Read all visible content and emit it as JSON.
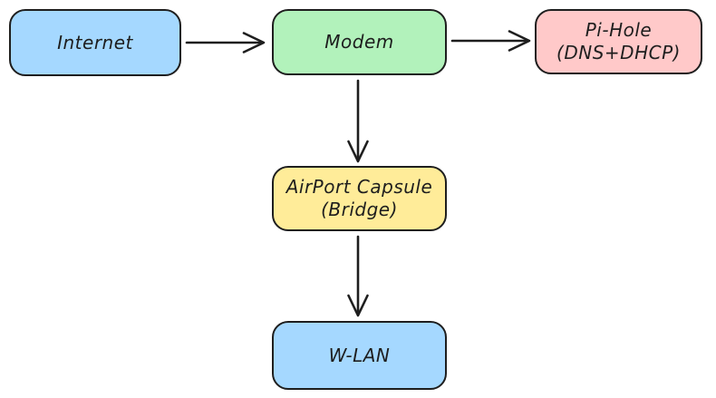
{
  "nodes": {
    "internet": {
      "label": "Internet",
      "fill": "#a5d8ff"
    },
    "modem": {
      "label": "Modem",
      "fill": "#b2f2bb"
    },
    "pihole": {
      "line1": "Pi-Hole",
      "line2": "(DNS+DHCP)",
      "fill": "#ffc9c9"
    },
    "airport": {
      "line1": "AirPort Capsule",
      "line2": "(Bridge)",
      "fill": "#ffec99"
    },
    "wlan": {
      "label": "W-LAN",
      "fill": "#a5d8ff"
    }
  },
  "edges": [
    {
      "from": "Internet",
      "to": "Modem"
    },
    {
      "from": "Modem",
      "to": "Pi-Hole (DNS+DHCP)"
    },
    {
      "from": "Modem",
      "to": "AirPort Capsule (Bridge)"
    },
    {
      "from": "AirPort Capsule (Bridge)",
      "to": "W-LAN"
    }
  ],
  "colors": {
    "stroke": "#1e1e1e",
    "background": "#ffffff",
    "blue": "#a5d8ff",
    "green": "#b2f2bb",
    "red": "#ffc9c9",
    "yellow": "#ffec99"
  }
}
